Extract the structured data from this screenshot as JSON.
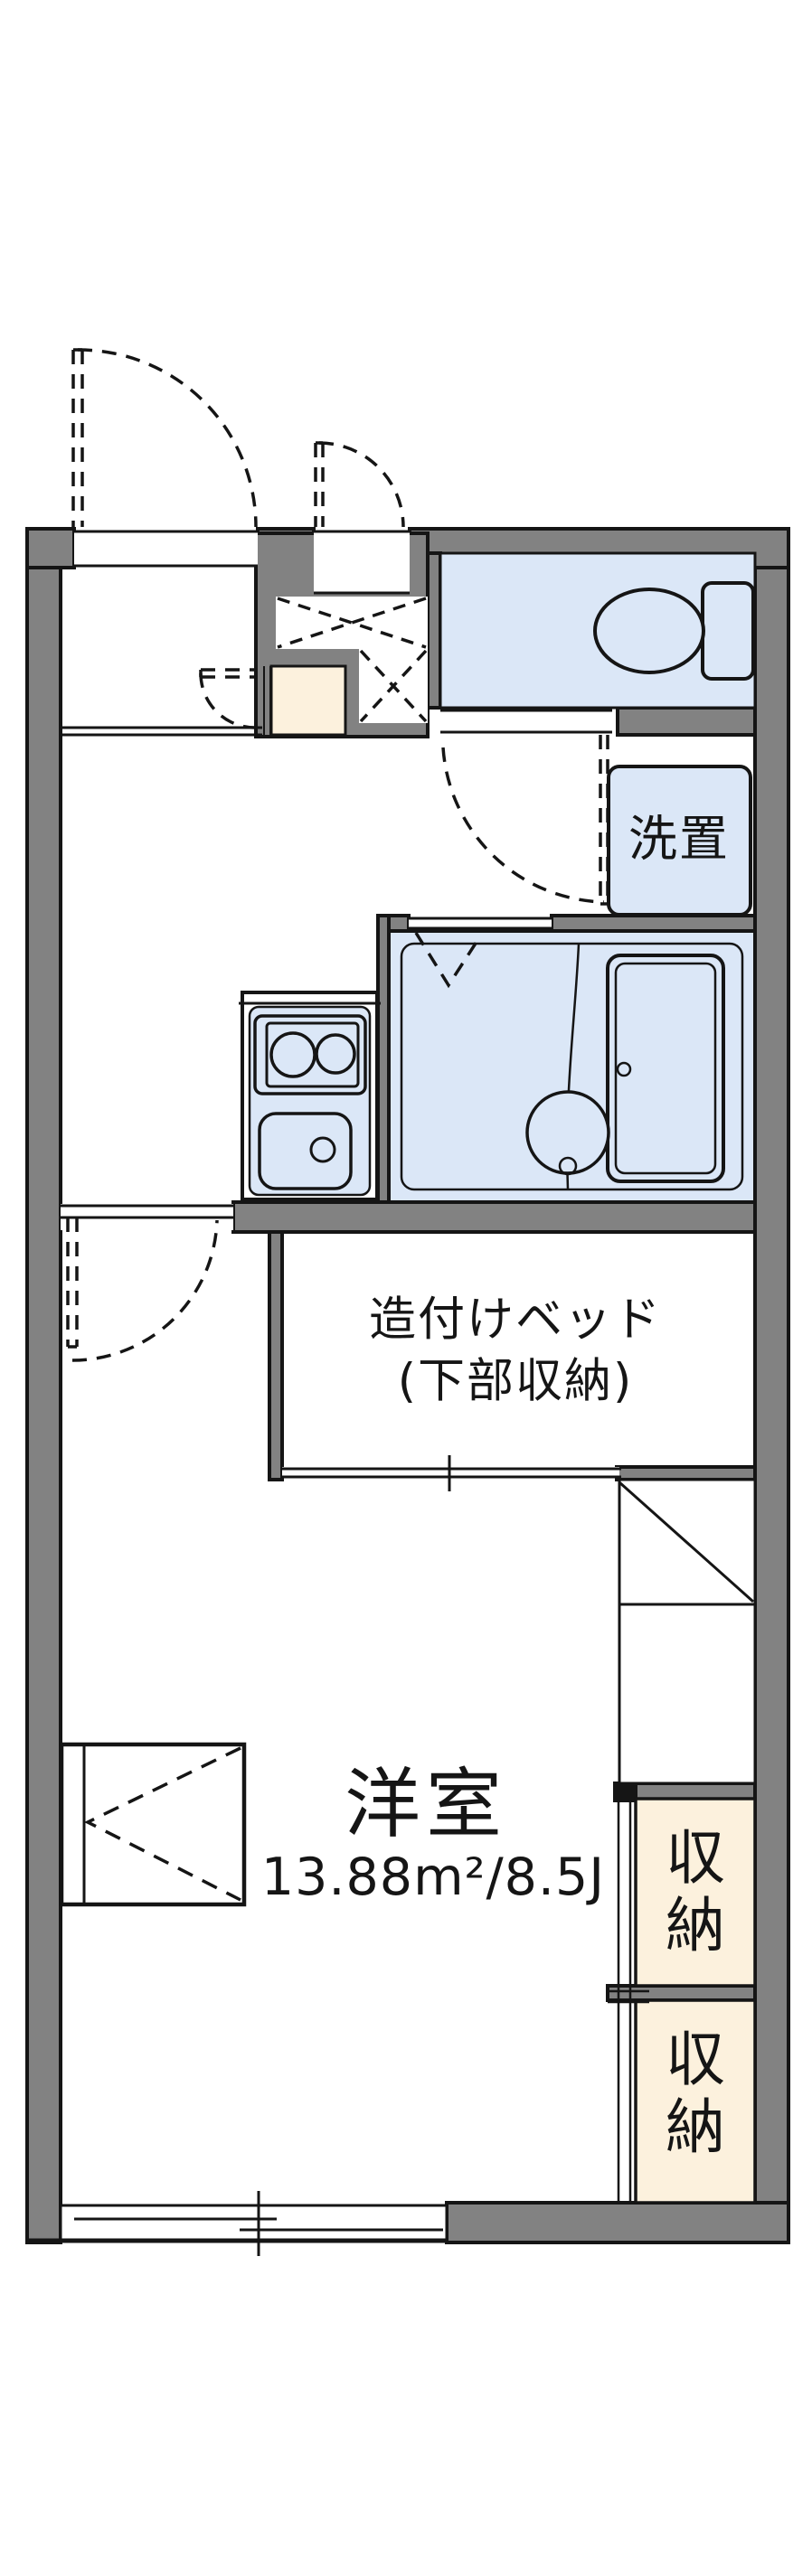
{
  "colors": {
    "wall": "#828282",
    "roomblue": "#dbe7f7",
    "cream": "#fcf1dd",
    "ink": "#151515"
  },
  "labels": {
    "living_room": {
      "name": "洋室",
      "area": "13.88m²/8.5J"
    },
    "built_in_bed": {
      "line1": "造付けベッド",
      "line2": "(下部収納)"
    },
    "washer_place": {
      "label": "洗置"
    },
    "storage_upper": {
      "char1": "収",
      "char2": "納"
    },
    "storage_lower": {
      "char1": "収",
      "char2": "納"
    }
  }
}
